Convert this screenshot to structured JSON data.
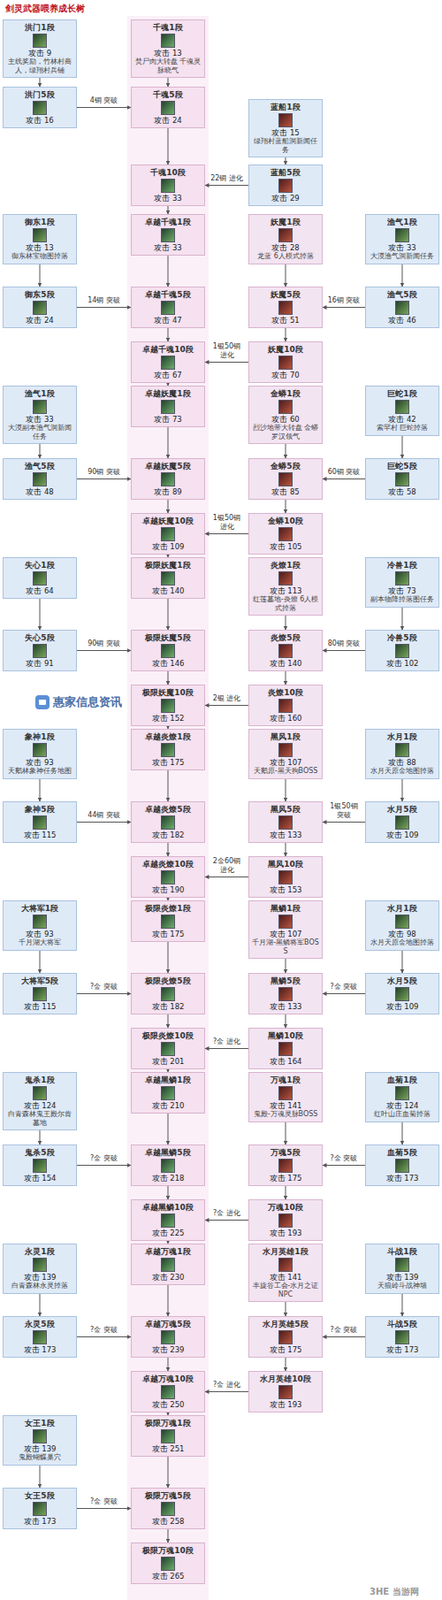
{
  "diagram": {
    "title": "剑灵武器喂养成长树",
    "nodes": [
      {
        "text": [
          "洪门1段",
          "攻击 9",
          "主线奖励，竹林村商人，绿翔村兵铺"
        ]
      },
      {
        "text": [
          "千魂1段",
          "攻击 13",
          "焚尸肉大转盘 千魂灵脉晓气"
        ]
      },
      {
        "text": [
          "洪门5段",
          "攻击 16"
        ]
      },
      {
        "text": [
          "千魂5段",
          "攻击 24"
        ]
      },
      {
        "text": [
          "蓝船1段",
          "攻击 15",
          "绿翔村蓝船洞新闻任务"
        ]
      },
      {
        "text": [
          "千魂10段",
          "攻击 33"
        ]
      },
      {
        "text": [
          "蓝船5段",
          "攻击 29"
        ]
      },
      {
        "text": [
          "御东1段",
          "攻击 13",
          "御东林宝物图掉落"
        ]
      },
      {
        "text": [
          "卓越千魂1段",
          "攻击 33"
        ]
      },
      {
        "text": [
          "妖魔1段",
          "攻击 28",
          "龙蓝 6人模式掉落"
        ]
      },
      {
        "text": [
          "渔气1段",
          "攻击 33",
          "大漠渔气洞新闻任务"
        ]
      },
      {
        "text": [
          "御东5段",
          "攻击 24"
        ]
      },
      {
        "text": [
          "卓越千魂5段",
          "攻击 47"
        ]
      },
      {
        "text": [
          "妖魔5段",
          "攻击 51"
        ]
      },
      {
        "text": [
          "渔气5段",
          "攻击 46"
        ]
      },
      {
        "text": [
          "卓越千魂10段",
          "攻击 67"
        ]
      },
      {
        "text": [
          "妖魔10段",
          "攻击 70"
        ]
      },
      {
        "text": [
          "渔气1段",
          "攻击 33",
          "大漠副本渔气洞新闻任务"
        ]
      },
      {
        "text": [
          "卓越妖魔1段",
          "攻击 73"
        ]
      },
      {
        "text": [
          "金蟒1段",
          "攻击 60",
          "烈沙地带大转盘 金蟒罗汉领气"
        ]
      },
      {
        "text": [
          "巨蛇1段",
          "攻击 42",
          "索罕村 巨蛇掉落"
        ]
      },
      {
        "text": [
          "渔气5段",
          "攻击 48"
        ]
      },
      {
        "text": [
          "卓越妖魔5段",
          "攻击 89"
        ]
      },
      {
        "text": [
          "金蟒5段",
          "攻击 85"
        ]
      },
      {
        "text": [
          "巨蛇5段",
          "攻击 58"
        ]
      },
      {
        "text": [
          "卓越妖魔10段",
          "攻击 109"
        ]
      },
      {
        "text": [
          "金蟒10段",
          "攻击 105"
        ]
      },
      {
        "text": [
          "失心1段",
          "攻击 64"
        ]
      },
      {
        "text": [
          "极限妖魔1段",
          "攻击 140"
        ]
      },
      {
        "text": [
          "炎燎1段",
          "攻击 113",
          "红莲墓地-炎燎 6人模式掉落"
        ]
      },
      {
        "text": [
          "冷兽1段",
          "攻击 73",
          "副本物降掉落图任务"
        ]
      },
      {
        "text": [
          "失心5段",
          "攻击 91"
        ]
      },
      {
        "text": [
          "极限妖魔5段",
          "攻击 146"
        ]
      },
      {
        "text": [
          "炎燎5段",
          "攻击 140"
        ]
      },
      {
        "text": [
          "冷兽5段",
          "攻击 102"
        ]
      },
      {
        "text": [
          "极限妖魔10段",
          "攻击 152"
        ]
      },
      {
        "text": [
          "炎燎10段",
          "攻击 160"
        ]
      },
      {
        "text": [
          "象神1段",
          "攻击 93",
          "天鹅林象神任务地图"
        ]
      },
      {
        "text": [
          "卓越炎燎1段",
          "攻击 175"
        ]
      },
      {
        "text": [
          "黑风1段",
          "攻击 107",
          "天鹅原-黑天狗BOSS"
        ]
      },
      {
        "text": [
          "水月1段",
          "攻击 88",
          "水月天原金地图掉落"
        ]
      },
      {
        "text": [
          "象神5段",
          "攻击 115"
        ]
      },
      {
        "text": [
          "卓越炎燎5段",
          "攻击 182"
        ]
      },
      {
        "text": [
          "黑风5段",
          "攻击 133"
        ]
      },
      {
        "text": [
          "水月5段",
          "攻击 109"
        ]
      },
      {
        "text": [
          "卓越炎燎10段",
          "攻击 190"
        ]
      },
      {
        "text": [
          "黑风10段",
          "攻击 153"
        ]
      },
      {
        "text": [
          "大将军1段",
          "攻击 93",
          "千月湖大将军"
        ]
      },
      {
        "text": [
          "极限炎燎1段",
          "攻击 175"
        ]
      },
      {
        "text": [
          "黑鳞1段",
          "攻击 107",
          "千月湖-黑鳞将军BOSS"
        ]
      },
      {
        "text": [
          "水月1段",
          "攻击 98",
          "水月天原金地图掉落"
        ]
      },
      {
        "text": [
          "大将军5段",
          "攻击 115"
        ]
      },
      {
        "text": [
          "极限炎燎5段",
          "攻击 182"
        ]
      },
      {
        "text": [
          "黑鳞5段",
          "攻击 133"
        ]
      },
      {
        "text": [
          "水月5段",
          "攻击 109"
        ]
      },
      {
        "text": [
          "极限炎燎10段",
          "攻击 201"
        ]
      },
      {
        "text": [
          "黑鳞10段",
          "攻击 164"
        ]
      },
      {
        "text": [
          "鬼杀1段",
          "攻击 124",
          "白青森林鬼王殿尔肯墓地"
        ]
      },
      {
        "text": [
          "卓越黑鳞1段",
          "攻击 210"
        ]
      },
      {
        "text": [
          "万魂1段",
          "攻击 141",
          "鬼殿-万魂灵脉BOSS"
        ]
      },
      {
        "text": [
          "血菊1段",
          "攻击 124",
          "红叶山庄血菊掉落"
        ]
      },
      {
        "text": [
          "鬼杀5段",
          "攻击 154"
        ]
      },
      {
        "text": [
          "卓越黑鳞5段",
          "攻击 218"
        ]
      },
      {
        "text": [
          "万魂5段",
          "攻击 175"
        ]
      },
      {
        "text": [
          "血菊5段",
          "攻击 173"
        ]
      },
      {
        "text": [
          "卓越黑鳞10段",
          "攻击 225"
        ]
      },
      {
        "text": [
          "万魂10段",
          "攻击 193"
        ]
      },
      {
        "text": [
          "永灵1段",
          "攻击 139",
          "白青森林永灵掉落"
        ]
      },
      {
        "text": [
          "卓越万魂1段",
          "攻击 230"
        ]
      },
      {
        "text": [
          "水月英雄1段",
          "攻击 141",
          "丰旋谷工会-水月之证NPC"
        ]
      },
      {
        "text": [
          "斗战1段",
          "攻击 139",
          "天狼岭斗战神墙"
        ]
      },
      {
        "text": [
          "永灵5段",
          "攻击 173"
        ]
      },
      {
        "text": [
          "卓越万魂5段",
          "攻击 239"
        ]
      },
      {
        "text": [
          "水月英雄5段",
          "攻击 175"
        ]
      },
      {
        "text": [
          "斗战5段",
          "攻击 173"
        ]
      },
      {
        "text": [
          "卓越万魂10段",
          "攻击 250"
        ]
      },
      {
        "text": [
          "水月英雄10段",
          "攻击 193"
        ]
      },
      {
        "text": [
          "女王1段",
          "攻击 139",
          "鬼殿蝴蝶巢穴"
        ]
      },
      {
        "text": [
          "极限万魂1段",
          "攻击 251"
        ]
      },
      {
        "text": [
          "女王5段",
          "攻击 173"
        ]
      },
      {
        "text": [
          "极限万魂5段",
          "攻击 258"
        ]
      },
      {
        "text": [
          "极限万魂10段",
          "攻击 265"
        ]
      }
    ],
    "edges": [
      {
        "from": 0,
        "to": 2,
        "arrow": "to"
      },
      {
        "from": 1,
        "to": 3,
        "arrow": "to"
      },
      {
        "from": 2,
        "to": 3,
        "label": "4铜 突破",
        "arrow": "to"
      },
      {
        "from": 3,
        "to": 5,
        "arrow": "to"
      },
      {
        "from": 4,
        "to": 6,
        "arrow": "to"
      },
      {
        "from": 6,
        "to": 5,
        "label": "22铜 进化",
        "arrow": "to"
      },
      {
        "from": 5,
        "to": 8,
        "arrow": "to"
      },
      {
        "from": 7,
        "to": 11,
        "arrow": "to"
      },
      {
        "from": 8,
        "to": 12,
        "arrow": "to"
      },
      {
        "from": 9,
        "to": 13,
        "arrow": "to"
      },
      {
        "from": 10,
        "to": 14,
        "arrow": "to"
      },
      {
        "from": 11,
        "to": 12,
        "label": "14铜 突破",
        "arrow": "to"
      },
      {
        "from": 12,
        "to": 15,
        "arrow": "to"
      },
      {
        "from": 13,
        "to": 16,
        "arrow": "to"
      },
      {
        "from": 14,
        "to": 13,
        "label": "16铜 突破",
        "arrow": "to"
      },
      {
        "from": 16,
        "to": 15,
        "label": "1银50铜 进化",
        "arrow": "to"
      },
      {
        "from": 15,
        "to": 18,
        "arrow": "to"
      },
      {
        "from": 17,
        "to": 21,
        "arrow": "to"
      },
      {
        "from": 18,
        "to": 22,
        "arrow": "to"
      },
      {
        "from": 19,
        "to": 23,
        "arrow": "to"
      },
      {
        "from": 20,
        "to": 24,
        "arrow": "to"
      },
      {
        "from": 21,
        "to": 22,
        "label": "90铜 突破",
        "arrow": "to"
      },
      {
        "from": 22,
        "to": 25,
        "arrow": "to"
      },
      {
        "from": 23,
        "to": 26,
        "arrow": "to"
      },
      {
        "from": 24,
        "to": 23,
        "label": "60铜 突破",
        "arrow": "to"
      },
      {
        "from": 26,
        "to": 25,
        "label": "1银50铜 进化",
        "arrow": "to"
      },
      {
        "from": 25,
        "to": 28,
        "arrow": "to"
      },
      {
        "from": 27,
        "to": 31,
        "arrow": "to"
      },
      {
        "from": 28,
        "to": 32,
        "arrow": "to"
      },
      {
        "from": 29,
        "to": 33,
        "arrow": "to"
      },
      {
        "from": 30,
        "to": 34,
        "arrow": "to"
      },
      {
        "from": 31,
        "to": 32,
        "label": "90铜 突破",
        "arrow": "to"
      },
      {
        "from": 32,
        "to": 35,
        "arrow": "to"
      },
      {
        "from": 33,
        "to": 36,
        "arrow": "to"
      },
      {
        "from": 34,
        "to": 33,
        "label": "80铜 突破",
        "arrow": "to"
      },
      {
        "from": 36,
        "to": 35,
        "label": "2银 进化",
        "arrow": "to"
      },
      {
        "from": 35,
        "to": 38,
        "arrow": "to"
      },
      {
        "from": 37,
        "to": 41,
        "arrow": "to"
      },
      {
        "from": 38,
        "to": 42,
        "arrow": "to"
      },
      {
        "from": 39,
        "to": 43,
        "arrow": "to"
      },
      {
        "from": 40,
        "to": 44,
        "arrow": "to"
      },
      {
        "from": 41,
        "to": 42,
        "label": "44铜 突破",
        "arrow": "to"
      },
      {
        "from": 42,
        "to": 45,
        "arrow": "to"
      },
      {
        "from": 43,
        "to": 46,
        "arrow": "to"
      },
      {
        "from": 44,
        "to": 43,
        "label": "1银50铜 突破",
        "arrow": "to"
      },
      {
        "from": 46,
        "to": 45,
        "label": "2金60铜 进化",
        "arrow": "to"
      },
      {
        "from": 45,
        "to": 48,
        "arrow": "to"
      },
      {
        "from": 47,
        "to": 51,
        "arrow": "to"
      },
      {
        "from": 48,
        "to": 52,
        "arrow": "to"
      },
      {
        "from": 49,
        "to": 53,
        "arrow": "to"
      },
      {
        "from": 50,
        "to": 54,
        "arrow": "to"
      },
      {
        "from": 51,
        "to": 52,
        "label": "?金 突破",
        "arrow": "to"
      },
      {
        "from": 52,
        "to": 55,
        "arrow": "to"
      },
      {
        "from": 53,
        "to": 56,
        "arrow": "to"
      },
      {
        "from": 54,
        "to": 53,
        "label": "?金 突破",
        "arrow": "to"
      },
      {
        "from": 56,
        "to": 55,
        "label": "?金 进化",
        "arrow": "to"
      },
      {
        "from": 55,
        "to": 58,
        "arrow": "to"
      },
      {
        "from": 57,
        "to": 61,
        "arrow": "to"
      },
      {
        "from": 58,
        "to": 62,
        "arrow": "to"
      },
      {
        "from": 59,
        "to": 63,
        "arrow": "to"
      },
      {
        "from": 60,
        "to": 64,
        "arrow": "to"
      },
      {
        "from": 61,
        "to": 62,
        "label": "?金 突破",
        "arrow": "to"
      },
      {
        "from": 62,
        "to": 65,
        "arrow": "to"
      },
      {
        "from": 63,
        "to": 66,
        "arrow": "to"
      },
      {
        "from": 64,
        "to": 63,
        "label": "?金 突破",
        "arrow": "to"
      },
      {
        "from": 66,
        "to": 65,
        "label": "?金 进化",
        "arrow": "to"
      },
      {
        "from": 65,
        "to": 68,
        "arrow": "to"
      },
      {
        "from": 67,
        "to": 71,
        "arrow": "to"
      },
      {
        "from": 68,
        "to": 72,
        "arrow": "to"
      },
      {
        "from": 69,
        "to": 73,
        "arrow": "to"
      },
      {
        "from": 70,
        "to": 74,
        "arrow": "to"
      },
      {
        "from": 71,
        "to": 72,
        "label": "?金 突破",
        "arrow": "to"
      },
      {
        "from": 72,
        "to": 75,
        "arrow": "to"
      },
      {
        "from": 73,
        "to": 76,
        "arrow": "to"
      },
      {
        "from": 74,
        "to": 73,
        "label": "?金 突破",
        "arrow": "to"
      },
      {
        "from": 76,
        "to": 75,
        "label": "?金 进化",
        "arrow": "to"
      },
      {
        "from": 75,
        "to": 78,
        "arrow": "to"
      },
      {
        "from": 77,
        "to": 79,
        "arrow": "to"
      },
      {
        "from": 78,
        "to": 80,
        "arrow": "to"
      },
      {
        "from": 79,
        "to": 80,
        "label": "?金 突破",
        "arrow": "to"
      },
      {
        "from": 80,
        "to": 81,
        "arrow": "to"
      }
    ],
    "labels": [
      "惠家信息资讯",
      "3HE 当游网"
    ]
  }
}
